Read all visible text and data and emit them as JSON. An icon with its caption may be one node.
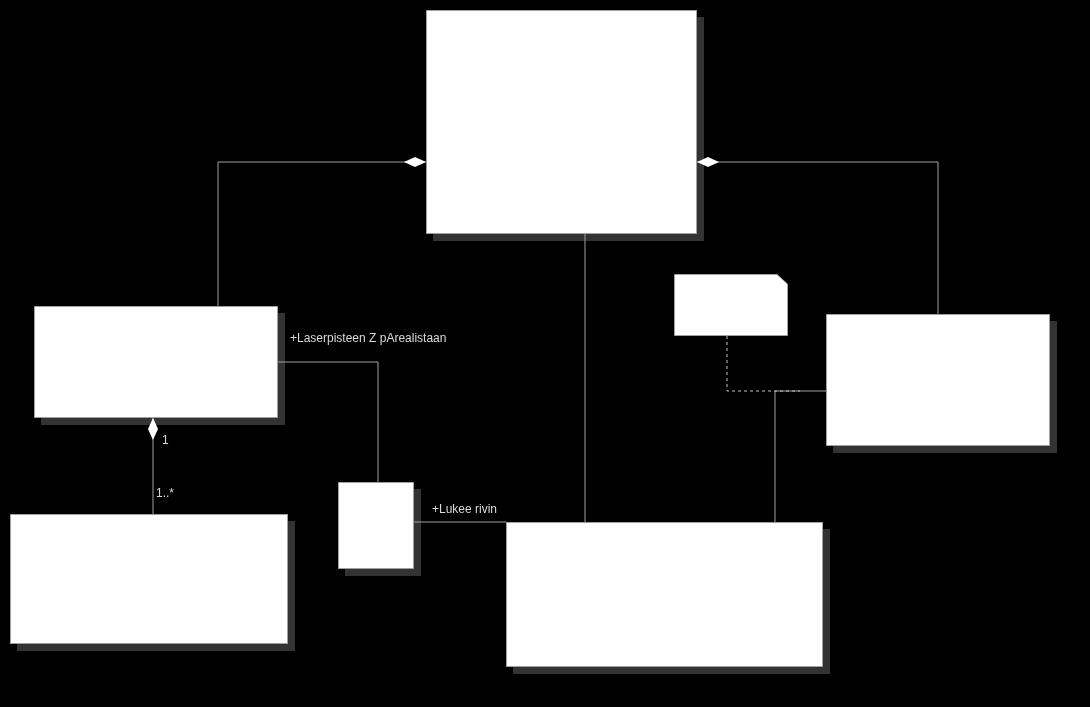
{
  "diagram": {
    "nodes": [
      {
        "text": [],
        "shape": "box"
      },
      {
        "text": [],
        "shape": "box"
      },
      {
        "text": [],
        "shape": "note"
      },
      {
        "text": [],
        "shape": "box"
      },
      {
        "text": [],
        "shape": "box"
      },
      {
        "text": [],
        "shape": "box"
      },
      {
        "text": [],
        "shape": "box"
      }
    ],
    "edges": [
      {
        "from": 1,
        "to": 0,
        "arrow": "other"
      },
      {
        "from": 3,
        "to": 0,
        "arrow": "other"
      },
      {
        "from": 4,
        "to": 1,
        "arrow": "other"
      },
      {
        "from": 1,
        "to": 5,
        "arrow": "none",
        "label": "+Laserpisteen Z pArealistaan"
      },
      {
        "from": 5,
        "to": 6,
        "arrow": "none",
        "label": "+Lukee rivin"
      },
      {
        "from": 0,
        "to": 6,
        "arrow": "none"
      },
      {
        "from": 3,
        "to": 6,
        "arrow": "none"
      },
      {
        "from": 2,
        "to": null,
        "arrow": "none",
        "style": "dashed"
      }
    ],
    "labels": [
      "1",
      "1..*"
    ]
  }
}
